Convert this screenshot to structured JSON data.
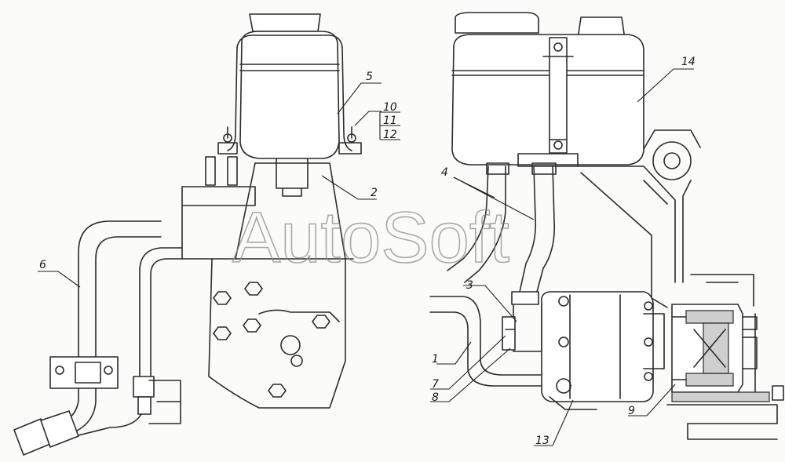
{
  "diagram": {
    "watermark": "AutoSoft",
    "callouts": [
      "5",
      "10",
      "11",
      "12",
      "2",
      "6",
      "14",
      "4",
      "3",
      "1",
      "7",
      "8",
      "13",
      "9"
    ]
  },
  "colors": {
    "line": "#2b2b2b",
    "paper": "#fbfbf9",
    "watermark": "#8e8e8e"
  }
}
